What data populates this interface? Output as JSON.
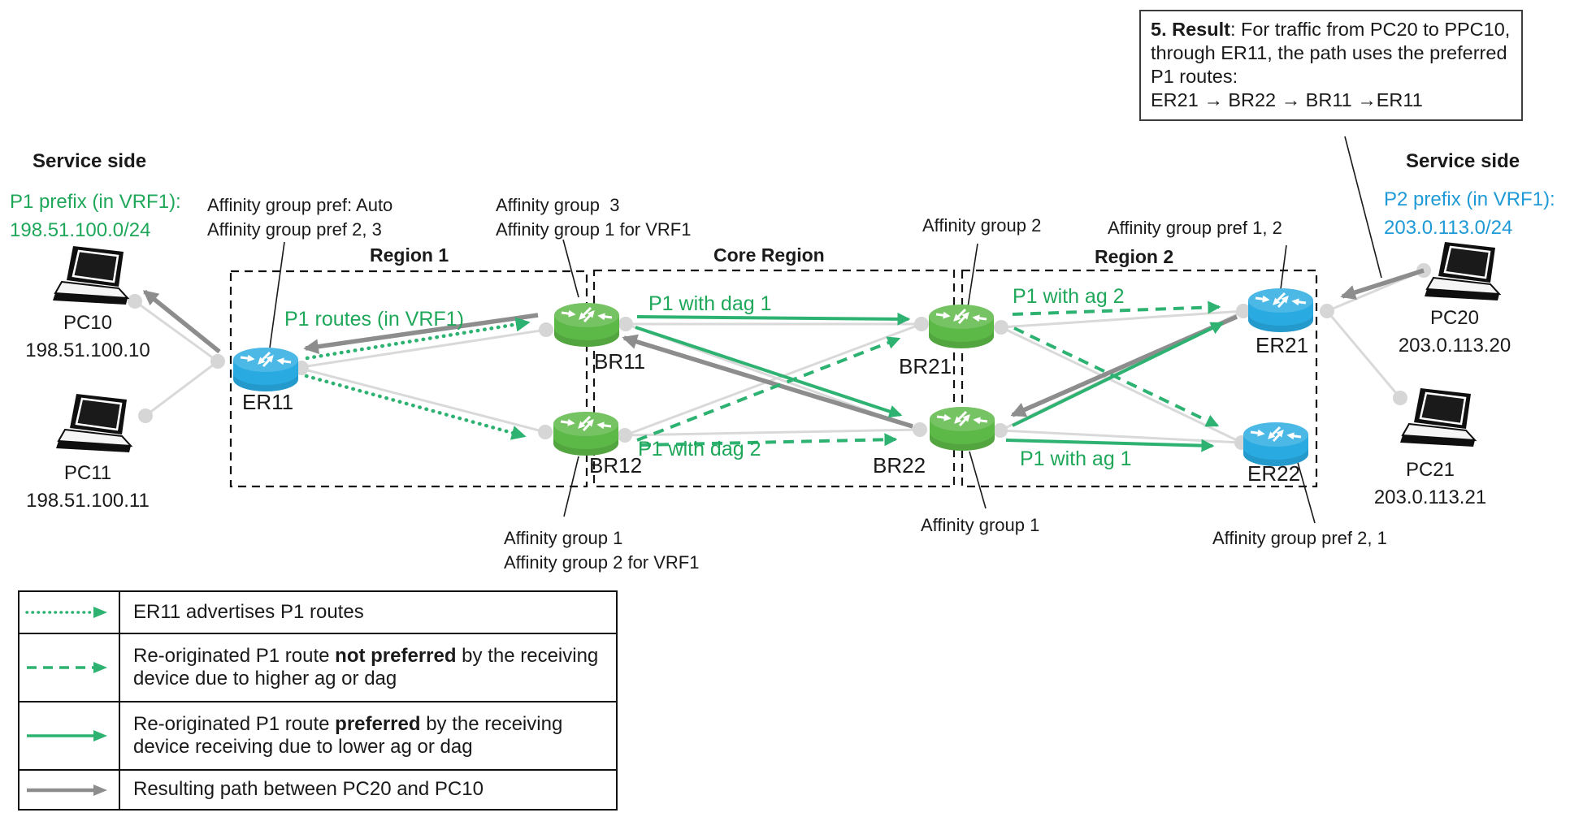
{
  "callout": {
    "bold": "5. Result",
    "rest": ": For traffic from PC20 to PPC10, through ER11, the path uses the preferred P1 routes:",
    "path": "ER21 → BR22 → BR11 →ER11"
  },
  "service_left": {
    "title": "Service side",
    "prefix_line1": "P1 prefix (in VRF1):",
    "prefix_line2": "198.51.100.0/24",
    "pc_top": {
      "name": "PC10",
      "ip": "198.51.100.10"
    },
    "pc_bottom": {
      "name": "PC11",
      "ip": "198.51.100.11"
    }
  },
  "service_right": {
    "title": "Service side",
    "prefix_line1": "P2 prefix (in VRF1):",
    "prefix_line2": "203.0.113.0/24",
    "pc_top": {
      "name": "PC20",
      "ip": "203.0.113.20"
    },
    "pc_bottom": {
      "name": "PC21",
      "ip": "203.0.113.21"
    }
  },
  "regions": {
    "region1": "Region 1",
    "core": "Core Region",
    "region2": "Region 2"
  },
  "routers": {
    "er11": {
      "name": "ER11",
      "ann1": "Affinity group pref: Auto",
      "ann2": "Affinity group pref 2, 3"
    },
    "br11": {
      "name": "BR11",
      "ann1": "Affinity group  3",
      "ann2": "Affinity group 1 for VRF1"
    },
    "br12": {
      "name": "BR12",
      "ann1": "Affinity group 1",
      "ann2": "Affinity group 2 for VRF1"
    },
    "br21": {
      "name": "BR21",
      "ann1": "Affinity group 2"
    },
    "br22": {
      "name": "BR22",
      "ann1": "Affinity group 1"
    },
    "er21": {
      "name": "ER21",
      "ann1": "Affinity group pref 1, 2"
    },
    "er22": {
      "name": "ER22",
      "ann1": "Affinity group pref 2, 1"
    }
  },
  "edge_labels": {
    "p1_routes": "P1 routes (in VRF1)",
    "dag1": "P1 with dag 1",
    "dag2": "P1 with dag 2",
    "ag2": "P1 with ag 2",
    "ag1": "P1 with ag 1"
  },
  "legend": {
    "rows": [
      {
        "style": "dotted-green",
        "pre": "ER11 advertises P1 routes",
        "bold": "",
        "post": ""
      },
      {
        "style": "dashed-green",
        "pre": "Re-originated P1 route ",
        "bold": "not preferred",
        "post": " by the receiving device due to higher ag or dag"
      },
      {
        "style": "solid-green",
        "pre": "Re-originated P1 route ",
        "bold": "preferred",
        "post": " by the receiving device receiving due to lower ag or dag"
      },
      {
        "style": "solid-gray",
        "pre": "Resulting path between PC20 and PC10",
        "bold": "",
        "post": ""
      }
    ]
  },
  "icons": {
    "router": "router-icon",
    "laptop": "laptop-icon",
    "arrowhead": "arrowhead-icon",
    "node": "link-node-dot"
  },
  "colors": {
    "green": "#2eb271",
    "text-green": "#1fa75a",
    "blue-text": "#1f9ad6",
    "gray": "#8d8d8d",
    "light": "#d9d9d9",
    "router-green": "#5cb847",
    "router-blue": "#29abe2",
    "ink": "#1a1a1a"
  }
}
